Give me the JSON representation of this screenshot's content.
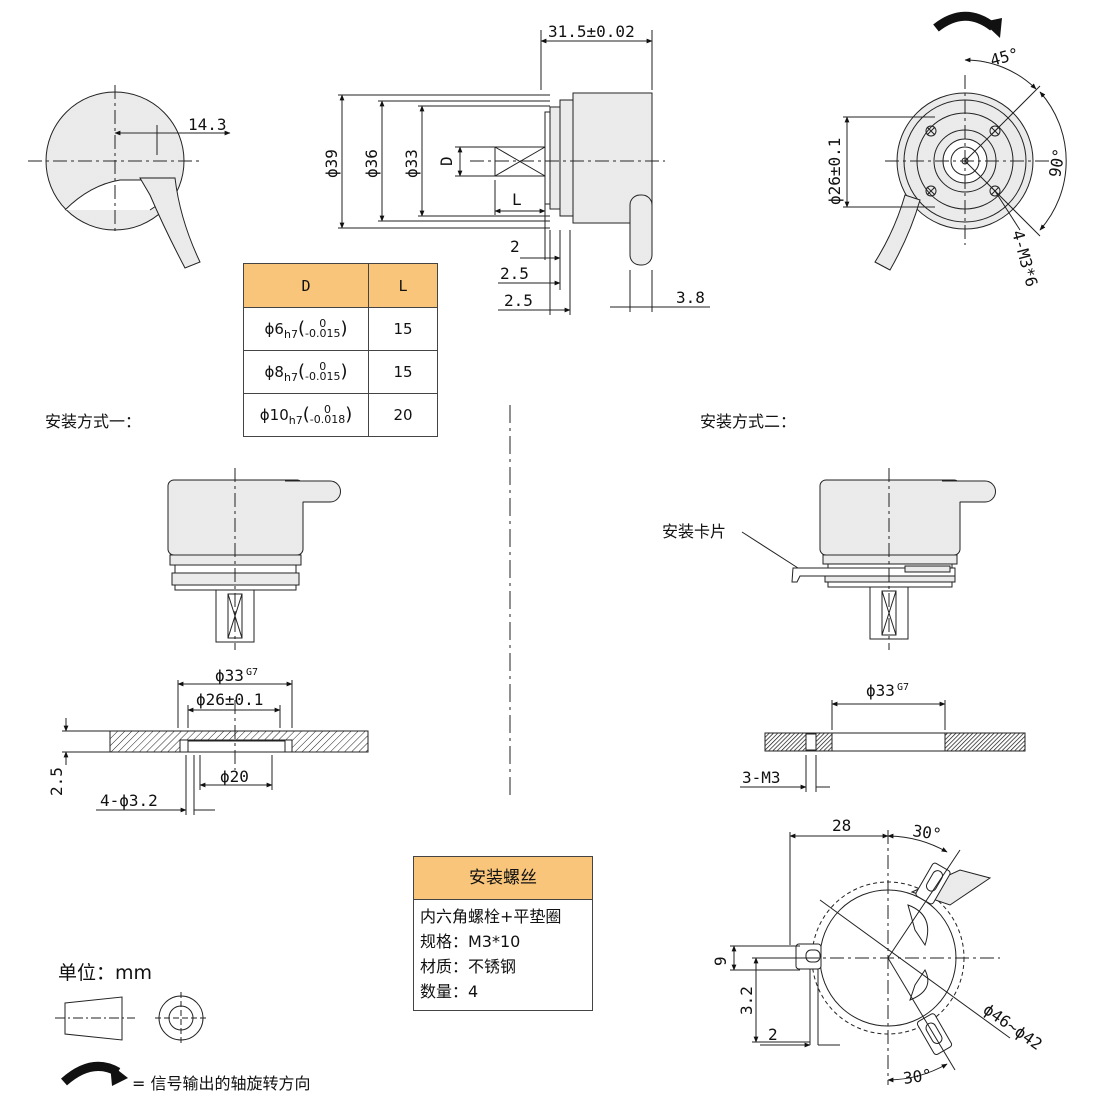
{
  "spec_table": {
    "headers": [
      "D",
      "L"
    ],
    "rows": [
      {
        "d_main": "ϕ6",
        "d_sub": "h7",
        "tol_upper": "0",
        "tol_lower": "-0.015",
        "l": "15"
      },
      {
        "d_main": "ϕ8",
        "d_sub": "h7",
        "tol_upper": "0",
        "tol_lower": "-0.015",
        "l": "15"
      },
      {
        "d_main": "ϕ10",
        "d_sub": "h7",
        "tol_upper": "0",
        "tol_lower": "-0.018",
        "l": "20"
      }
    ]
  },
  "screw_box": {
    "title": "安装螺丝",
    "lines": [
      "内六角螺栓+平垫圈",
      "规格：M3*10",
      "材质：不锈钢",
      "数量：4"
    ]
  },
  "labels": {
    "mount1": "安装方式一：",
    "mount2": "安装方式二：",
    "clip": "安装卡片",
    "unit": "单位：mm",
    "legend": "= 信号输出的轴旋转方向"
  },
  "dims": {
    "d14_3": "14.3",
    "d31_5": "31.5±0.02",
    "d39": "ϕ39",
    "d36": "ϕ36",
    "d33": "ϕ33",
    "dD": "D",
    "dL": "L",
    "d2": "2",
    "d2_5a": "2.5",
    "d2_5b": "2.5",
    "d3_8": "3.8",
    "d45": "45°",
    "d90": "90°",
    "d26": "ϕ26±0.1",
    "dm3x6": "4-M3*6",
    "m1_phi33": "ϕ33",
    "m1_g7": "G7",
    "m1_phi26": "ϕ26±0.1",
    "m1_2_5": "2.5",
    "m1_phi20": "ϕ20",
    "m1_4phi3_2": "4-ϕ3.2",
    "m2_phi33": "ϕ33",
    "m2_g7": "G7",
    "m2_3m3": "3-M3",
    "c_28": "28",
    "c_30a": "30°",
    "c_9": "9",
    "c_3_2": "3.2",
    "c_2": "2",
    "c_46": "ϕ46~ϕ42",
    "c_30b": "30°"
  },
  "colors": {
    "header_fill": "#f9c57a",
    "line": "#222222",
    "arrow": "#111111"
  }
}
